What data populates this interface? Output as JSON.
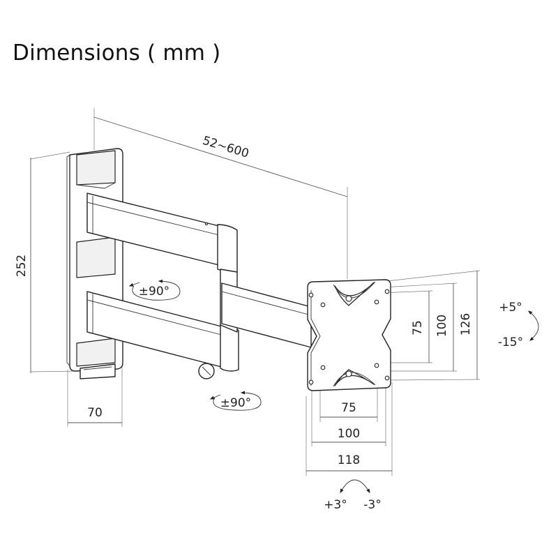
{
  "title": "Dimensions ( mm )",
  "dimensions": {
    "arm_extension": "52~600",
    "height": "252",
    "wall_plate_width": "70",
    "vesa_75_v": "75",
    "vesa_100_v": "100",
    "plate_126_v": "126",
    "vesa_75_h": "75",
    "vesa_100_h": "100",
    "plate_118_h": "118"
  },
  "angles": {
    "swivel_arm": "±90°",
    "swivel_bottom": "±90°",
    "tilt_up": "+5°",
    "tilt_down": "-15°",
    "rotate_left": "+3°",
    "rotate_right": "-3°"
  }
}
